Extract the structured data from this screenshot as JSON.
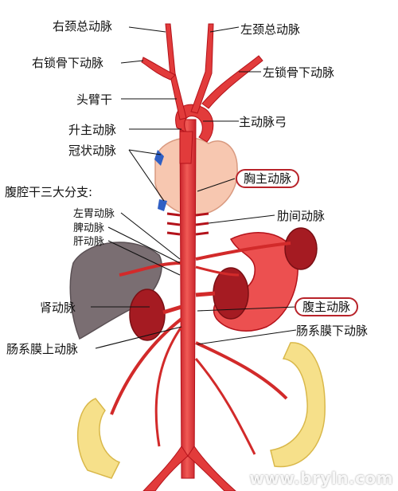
{
  "labels": {
    "right_common_carotid": "右颈总动脉",
    "left_common_carotid": "左颈总动脉",
    "right_subclavian": "右锁骨下动脉",
    "left_subclavian": "左锁骨下动脉",
    "brachiocephalic_trunk": "头臂干",
    "aortic_arch": "主动脉弓",
    "ascending_aorta": "升主动脉",
    "coronary_artery": "冠状动脉",
    "thoracic_aorta": "胸主动脉",
    "celiac_trunk_branches": "腹腔干三大分支:",
    "left_gastric_artery": "左胃动脉",
    "intercostal_arteries": "肋间动脉",
    "splenic_artery": "脾动脉",
    "hepatic_artery": "肝动脉",
    "renal_artery": "肾动脉",
    "abdominal_aorta": "腹主动脉",
    "inferior_mesenteric_artery": "肠系膜下动脉",
    "superior_mesenteric_artery": "肠系膜上动脉"
  },
  "watermark": "www.bryln.com",
  "colors": {
    "artery": "#e23b3b",
    "artery_dark": "#b3121a",
    "heart": "#f7c7b0",
    "liver": "#7a6e72",
    "kidney": "#a51b22",
    "stomach": "#ec5050",
    "intestine": "#f6e08a",
    "vein": "#2f5fc4",
    "circle": "#b8232a"
  }
}
